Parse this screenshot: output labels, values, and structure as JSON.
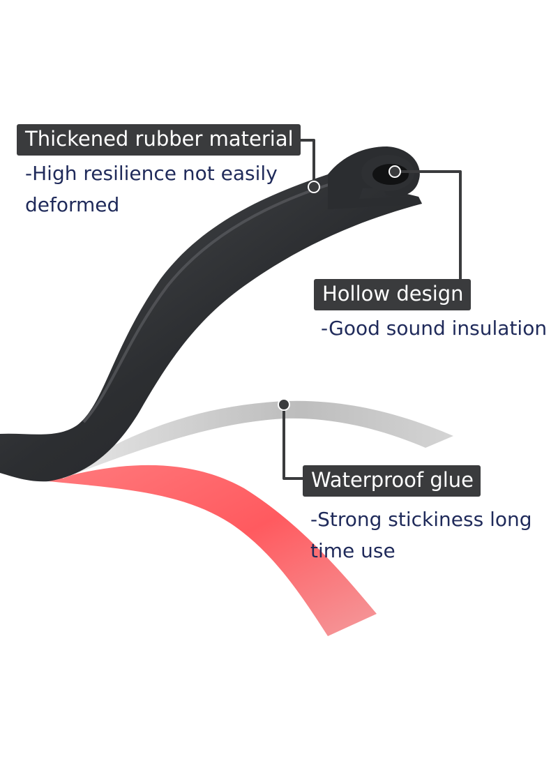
{
  "callouts": {
    "rubber": {
      "title": "Thickened rubber material",
      "desc_line1": "-High resilience not easily",
      "desc_line2": "deformed"
    },
    "hollow": {
      "title": "Hollow design",
      "desc_line1": "-Good sound insulation"
    },
    "glue": {
      "title": "Waterproof glue",
      "desc_line1": "-Strong stickiness long",
      "desc_line2": "time use"
    }
  },
  "colors": {
    "tag_background": "#3a3b3d",
    "tag_text": "#ffffff",
    "description_text": "#1f2a5a",
    "rubber": "#2f3134",
    "film": "#c9c9c9",
    "adhesive_tape": "#ff5a5f",
    "leader_line": "#3a3b3d"
  }
}
